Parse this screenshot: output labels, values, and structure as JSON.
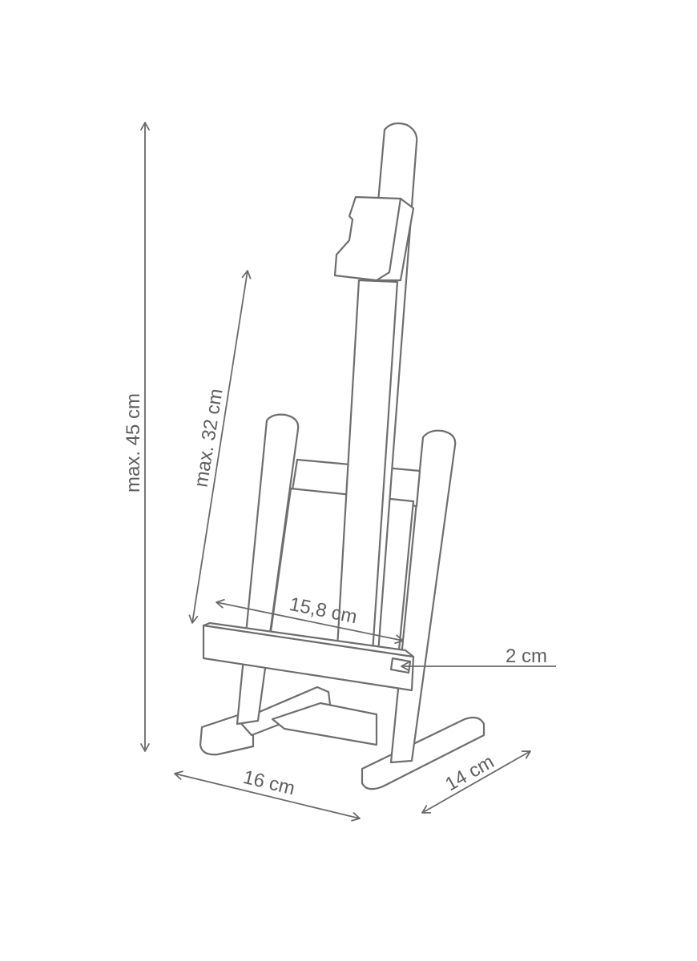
{
  "dimensions": {
    "total_height": "max. 45 cm",
    "board_height": "max. 32 cm",
    "tray_width": "15,8 cm",
    "tray_depth": "2 cm",
    "base_width": "16 cm",
    "base_depth": "14 cm"
  },
  "colors": {
    "line": "#6e6e6e",
    "text": "#5f5f5f",
    "background": "#ffffff"
  }
}
